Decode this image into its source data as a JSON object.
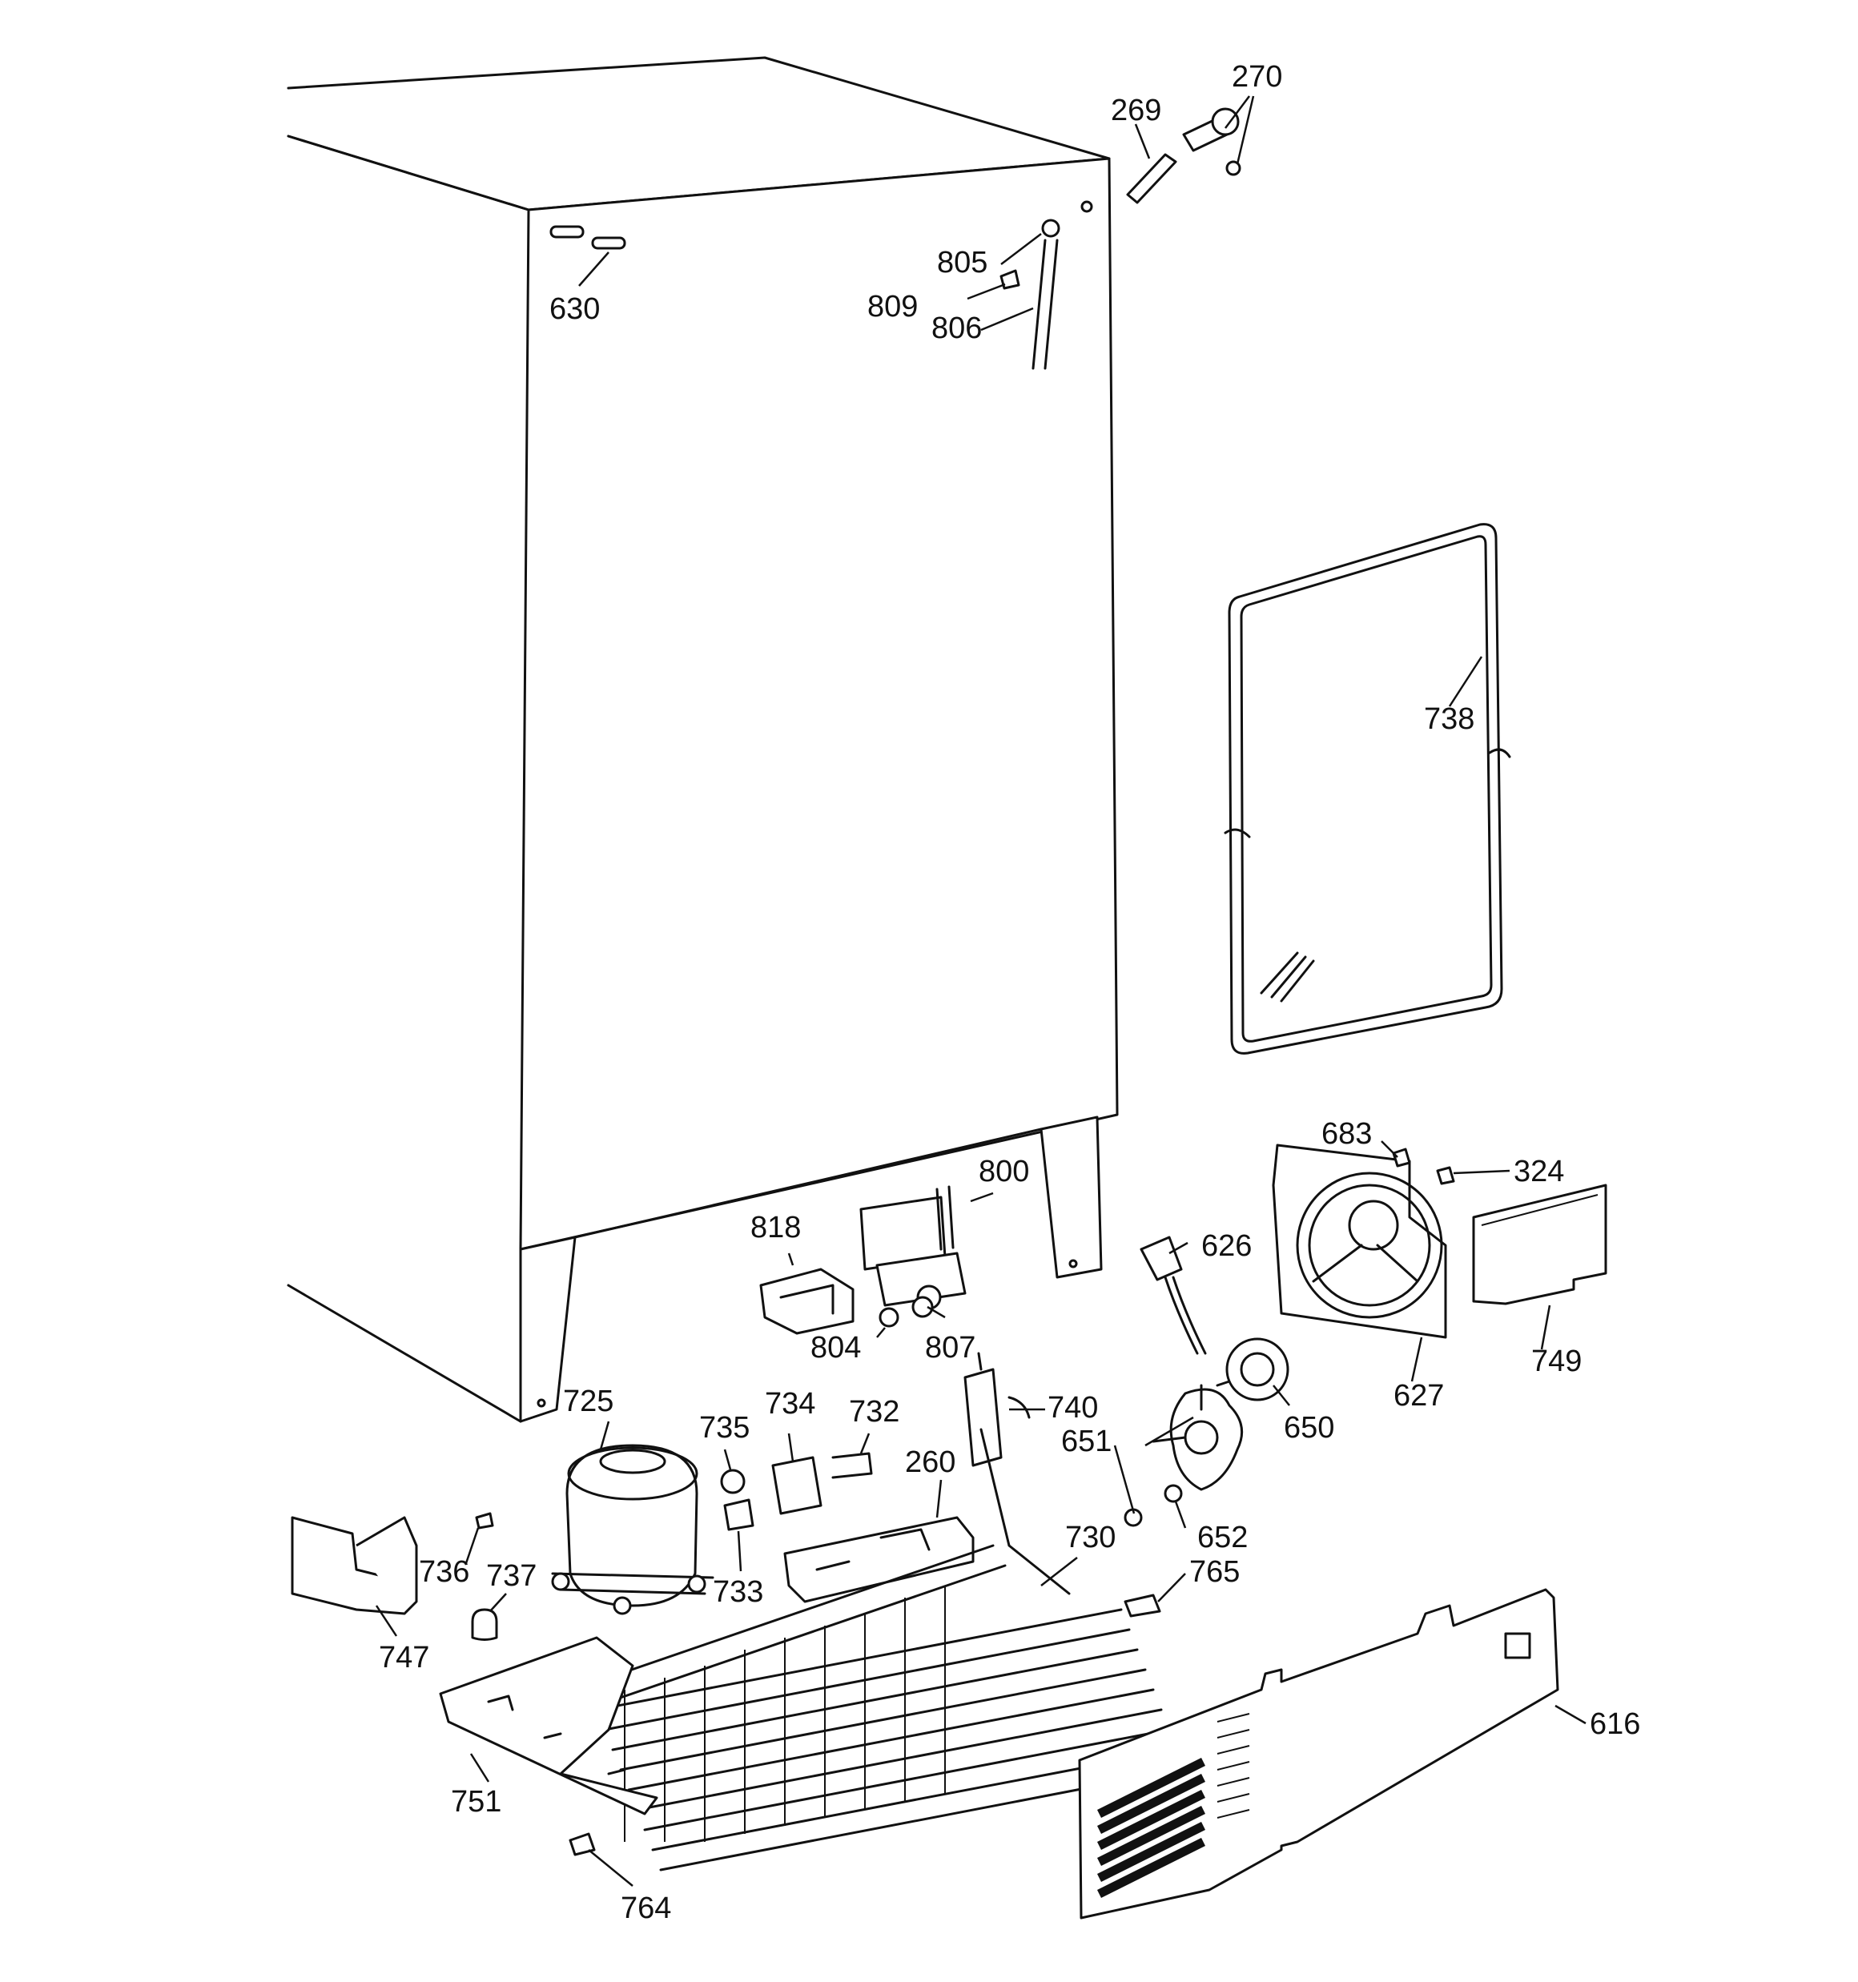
{
  "diagram": {
    "part_numbers": {
      "p269": "269",
      "p270": "270",
      "p805": "805",
      "p809": "809",
      "p806": "806",
      "p630": "630",
      "p738": "738",
      "p683": "683",
      "p324": "324",
      "p800": "800",
      "p818": "818",
      "p626": "626",
      "p804": "804",
      "p807": "807",
      "p627": "627",
      "p749": "749",
      "p650": "650",
      "p725": "725",
      "p735": "735",
      "p734": "734",
      "p732": "732",
      "p740": "740",
      "p651": "651",
      "p260": "260",
      "p652": "652",
      "p730": "730",
      "p736": "736",
      "p737": "737",
      "p733": "733",
      "p765": "765",
      "p747": "747",
      "p616": "616",
      "p751": "751",
      "p764": "764"
    }
  }
}
